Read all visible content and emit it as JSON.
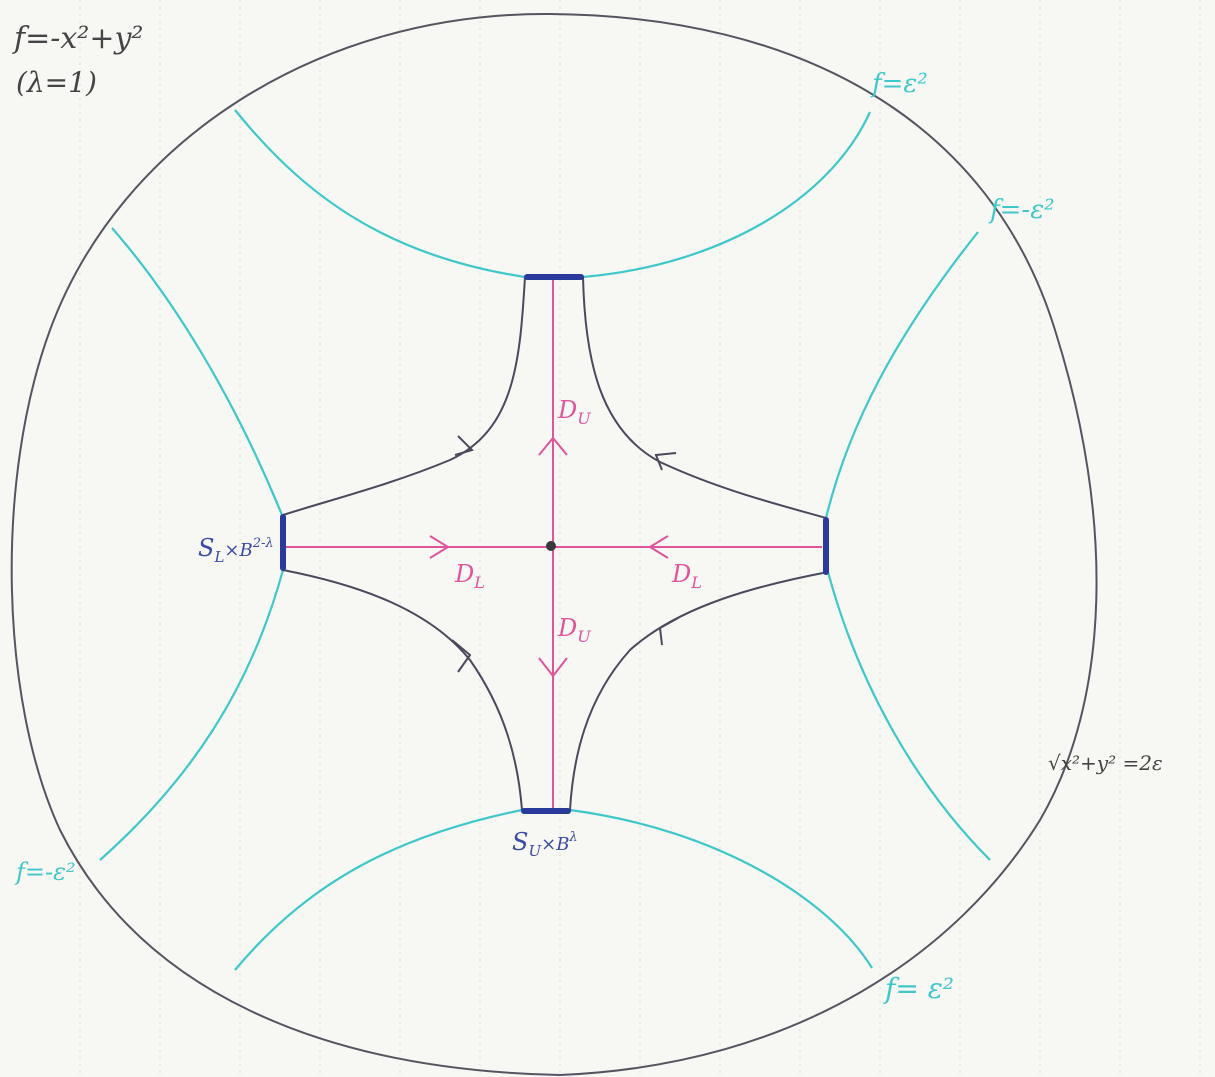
{
  "title": {
    "function": "f=-x²+y²",
    "lambda": "(λ=1)"
  },
  "labels": {
    "f_eps_top": "f=ε²",
    "f_neg_eps_right": "f=-ε²",
    "f_neg_eps_left": "f=-ε²",
    "f_eps_bottom": "f= ε²",
    "radius": "√x²+y² =2ε",
    "d_u_top": "D",
    "d_u_top_sub": "U",
    "d_u_bottom": "D",
    "d_u_bottom_sub": "U",
    "d_l_left": "D",
    "d_l_left_sub": "L",
    "d_l_right": "D",
    "d_l_right_sub": "L",
    "s_l": "S",
    "s_l_sub": "L",
    "s_l_rest": "×B",
    "s_l_sup": "2-λ",
    "s_u": "S",
    "s_u_sub": "U",
    "s_u_rest": "×B",
    "s_u_sup": "λ"
  },
  "colors": {
    "outline": "#55555f",
    "level": "#3fc7c9",
    "flow": "#4a4a5c",
    "disk": "#e0559a",
    "sphere": "#2a3a9a",
    "ink": "#444444"
  }
}
